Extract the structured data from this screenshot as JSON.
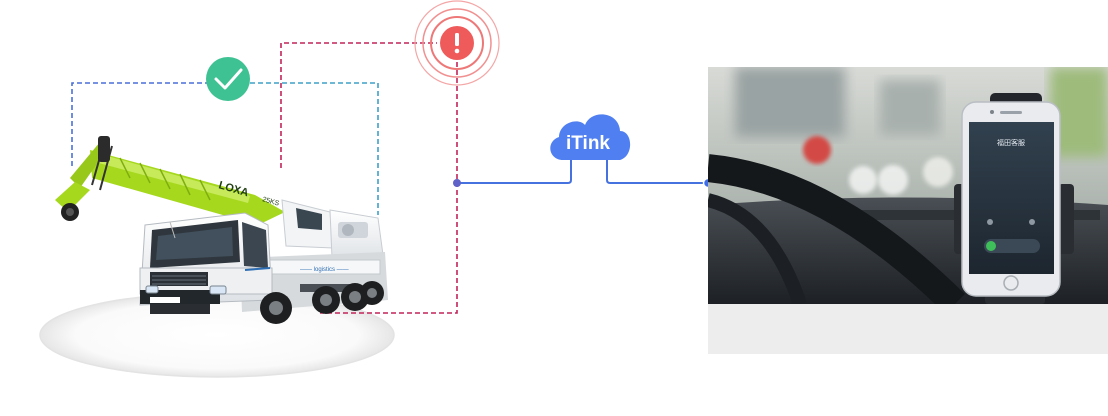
{
  "cloud": {
    "label": "iTink"
  },
  "crane": {
    "brand": "LOXA",
    "model": "25KS"
  },
  "phone": {
    "caller": "福田客服"
  },
  "colors": {
    "ok": "#3fc293",
    "alert": "#ef5b5b",
    "blue_line": "#4a6fd8",
    "teal_line": "#3fa0c8",
    "red_line": "#c2245a",
    "cloud": "#4f7ff0",
    "link": "#4672e0",
    "crane_green": "#a6d81e"
  },
  "icons": {
    "ok": "check-icon",
    "alert": "exclamation-icon",
    "cloud": "cloud-icon"
  }
}
